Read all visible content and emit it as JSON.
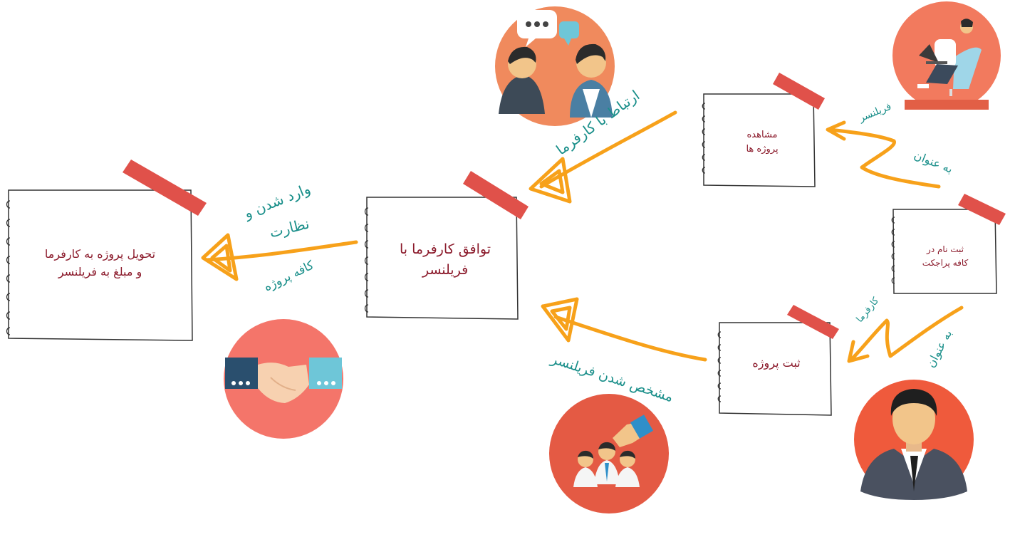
{
  "notes": {
    "register": "ثبت نام در\nکافه پراجکت",
    "view_projects": "مشاهده\nپروژه ها",
    "post_project": "ثبت پروژه",
    "agreement": "توافق کارفرما با\nفریلنسر",
    "delivery": "تحویل پروژه به کارفرما\nو مبلغ به فریلنسر"
  },
  "labels": {
    "as_freelancer_1": "فریلنسر",
    "as_freelancer_2": "به عنوان",
    "as_employer_1": "کارفرما",
    "as_employer_2": "به عنوان",
    "contact_employer": "ارتباط با کارفرما",
    "select_freelancer": "مشخص شدن فریلنسر",
    "enter_supervise_1": "وارد شدن و",
    "enter_supervise_2": "نظارت",
    "cafe_project": "کافه پروژه"
  },
  "icons": [
    "freelancer-laptop-icon",
    "conversation-icon",
    "employer-avatar-icon",
    "select-freelancer-icon",
    "handshake-icon"
  ],
  "colors": {
    "arrow": "#f7a11a",
    "tape": "#e0514a",
    "note_text": "#8b1a2b",
    "label_text": "#1a8f8a"
  }
}
